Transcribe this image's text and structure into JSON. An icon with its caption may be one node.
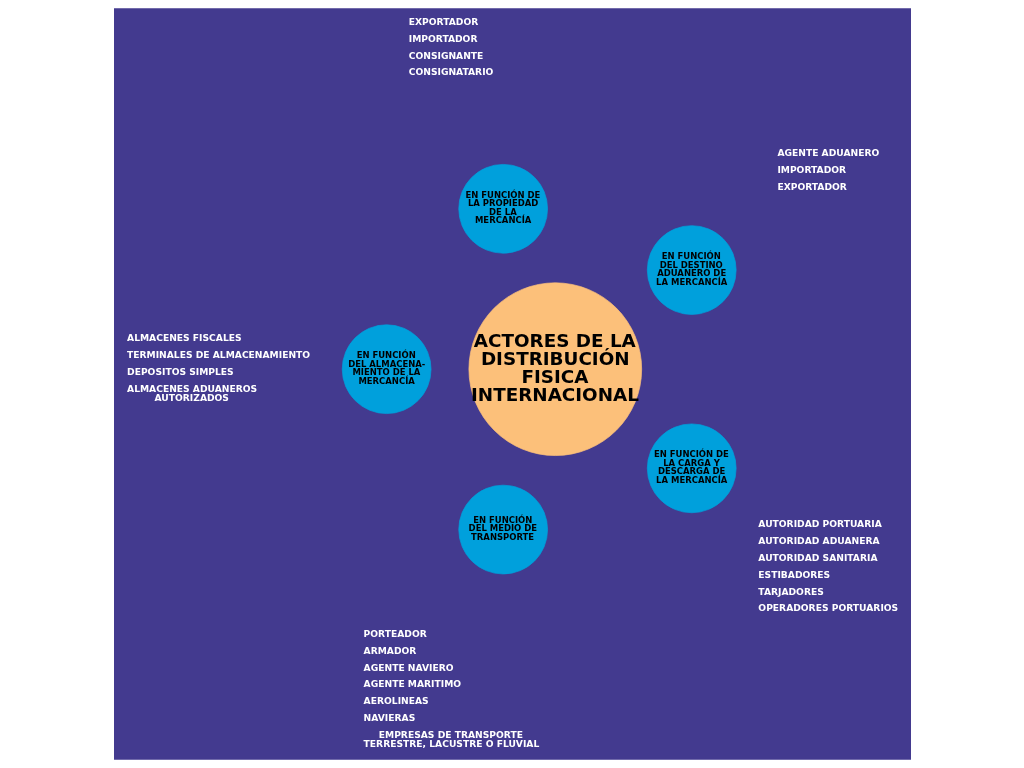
{
  "diagram": {
    "nodes": [
      {
        "text": [
          "EN FUNCIÓN DEL DESTINO ADUANERO DE LA MERCANCÍA"
        ],
        "beside": [
          "AGENTE ADUANERO",
          "IMPORTADOR",
          "EXPORTADOR"
        ]
      },
      {
        "text": [
          "EN FUNCIÓN DE LA PROPIEDAD DE LA MERCANCÍA"
        ],
        "beside": [
          "EXPORTADOR",
          "IMPORTADOR",
          "CONSIGNANTE",
          "CONSIGNATARIO"
        ]
      },
      {
        "text": [
          "ACTORES DE LA DISTRIBUCIÓN FISICA INTERNACIONAL"
        ]
      },
      {
        "text": [
          "EN FUNCIÓN DEL ALMACENA-MIENTO DE LA MERCANCÍA"
        ],
        "beside": [
          "ALMACENES FISCALES",
          "TERMINALES DE ALMACENAMIENTO",
          "DEPOSITOS SIMPLES",
          "ALMACENES ADUANEROS AUTORIZADOS"
        ]
      },
      {
        "text": [
          "EN FUNCIÓN DEL MEDIO DE TRANSPORTE"
        ],
        "beside": [
          "PORTEADOR",
          "ARMADOR",
          "AGENTE NAVIERO",
          "AGENTE MARITIMO",
          "AEROLINEAS",
          "NAVIERAS",
          "EMPRESAS DE TRANSPORTE TERRESTRE, LACUSTRE O FLUVIAL"
        ]
      },
      {
        "text": [
          "EN FUNCIÓN DE LA CARGA Y DESCARGA DE LA MERCANCÍA"
        ],
        "beside": [
          "AUTORIDAD PORTUARIA",
          "AUTORIDAD ADUANERA",
          "AUTORIDAD SANITARIA",
          "ESTIBADORES",
          "TARJADORES",
          "OPERADORES PORTUARIOS"
        ]
      }
    ]
  }
}
